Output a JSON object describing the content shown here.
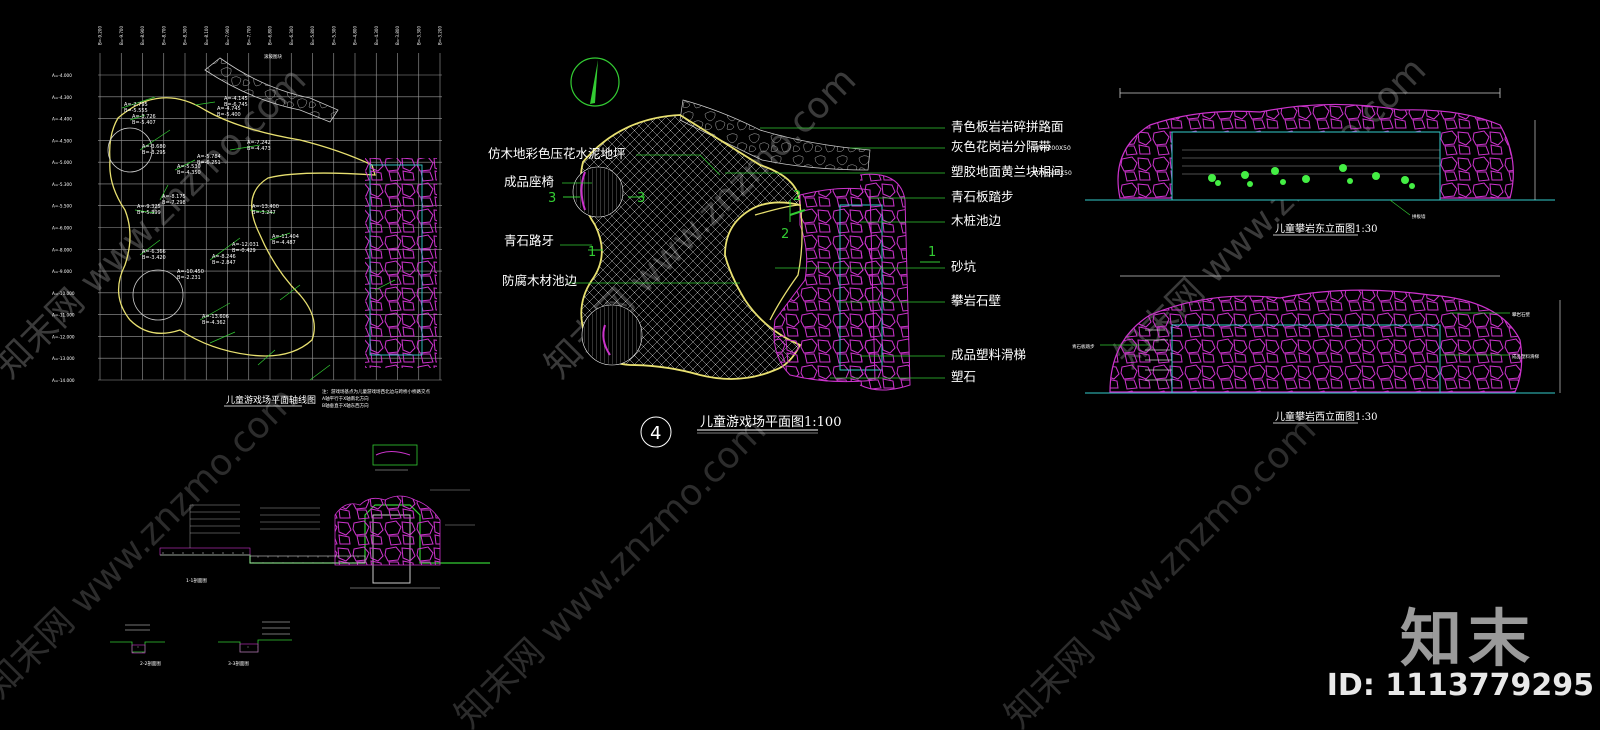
{
  "plan_labels": {
    "left": [
      "仿木地彩色压花水泥地坪",
      "成品座椅",
      "青石路牙",
      "防腐木材池边"
    ],
    "right": [
      "青色板岩岩碎拼路面",
      "灰色花岗岩分隔带",
      "塑胶地面黄兰块相间",
      "青石板踏步",
      "木桩池边",
      "砂坑",
      "攀岩石壁",
      "成品塑料滑梯",
      "塑石"
    ],
    "right_notes": [
      "500X200X50",
      "500X500X50"
    ]
  },
  "titles": {
    "main_plan": "儿童游戏场平面图1:100",
    "grid_plan": "儿童游戏场平面轴线图",
    "east_elev": "儿童攀岩东立面图1:30",
    "west_elev": "儿童攀岩西立面图1:30"
  },
  "markers": {
    "circle_number": "4",
    "sec1": "1",
    "sec2": "2",
    "sec3": "3"
  },
  "grid_plan": {
    "top_label": "滚坡图块",
    "row_labels": [
      "A=-4.000",
      "A=-4.300",
      "A=-4.400",
      "A=-4.500",
      "A=-5.000",
      "A=-5.300",
      "A=-5.500",
      "A=-6.000",
      "A=-8.000",
      "A=-9.000",
      "A=-10.000",
      "A=-11.000",
      "A=-12.000",
      "A=-13.000",
      "A=-14.000"
    ],
    "col_labels": [
      "B=-9.200",
      "B=-9.700",
      "B=-8.900",
      "B=-8.700",
      "B=-8.300",
      "B=-8.100",
      "B=-7.900",
      "B=-7.700",
      "B=-6.800",
      "B=-6.300",
      "B=-5.800",
      "B=-5.300",
      "B=-4.800",
      "B=-4.300",
      "B=-3.800",
      "B=-3.300",
      "B=-3.200"
    ],
    "coords": [
      "A=-2.795",
      "B=-5.555",
      "A=-4.145",
      "B=-6.745",
      "A=-3.726",
      "B=-5.407",
      "A=-4.745",
      "B=-5.400",
      "A=-3.680",
      "B=-3.295",
      "A=-5.530",
      "B=-4.350",
      "A=-5.784",
      "B=-6.251",
      "A=-7.242",
      "B=-4.473",
      "A=-8.175",
      "B=-7.298",
      "A=-9.325",
      "B=-5.399",
      "A=-6.366",
      "B=-3.420",
      "A=-8.246",
      "B=-2.847",
      "A=-10.450",
      "B=-2.231",
      "A=-12.031",
      "B=-0.429",
      "A=-13.400",
      "B=-3.247",
      "A=-11.404",
      "B=-4.487",
      "A=-13.606",
      "B=-4.362"
    ],
    "notes": [
      "注：游戏场基点为儿童游戏场西北边与跨桥小桥路交点",
      "A轴平行于X轴南北方向",
      "B轴垂直于X轴东西方向"
    ]
  },
  "east_elev_labels": [
    "拼板墙"
  ],
  "west_elev_labels": [
    "攀岩石壁",
    "青石板踏步",
    "成品塑料滑梯"
  ],
  "section_detail": {
    "title": "1-1剖面图",
    "title2": "2-2剖面图",
    "title3": "3-3剖面图"
  },
  "watermark": "知末网 www.znzmo.com",
  "brand": "知末",
  "image_id": "ID: 1113779295"
}
